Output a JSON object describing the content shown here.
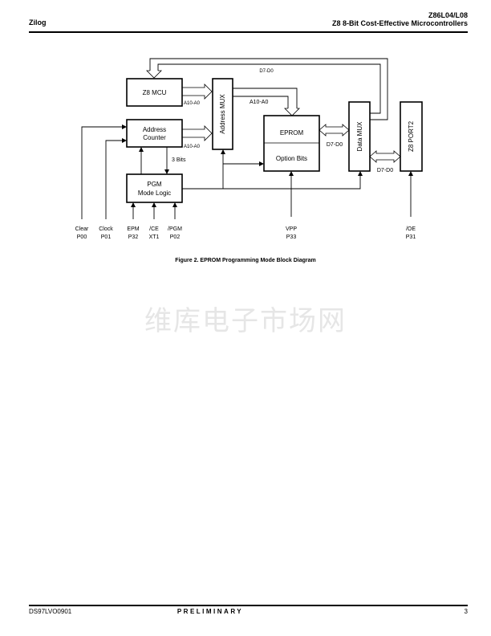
{
  "header": {
    "company": "Zilog",
    "part_number": "Z86L04/L08",
    "product_title": "Z8 8-Bit Cost-Effective Microcontrollers"
  },
  "diagram": {
    "blocks": {
      "z8_mcu": "Z8 MCU",
      "address_counter_line1": "Address",
      "address_counter_line2": "Counter",
      "pgm_line1": "PGM",
      "pgm_line2": "Mode Logic",
      "address_mux": "Address MUX",
      "eprom": "EPROM",
      "option_bits": "Option Bits",
      "data_mux": "Data MUX",
      "z8_port2": "Z8 PORT2"
    },
    "signals": {
      "mcu_addr": "A10-A0",
      "counter_addr": "A10-A0",
      "mux_to_eprom": "A10-A0",
      "feedback_data": "D7-D0",
      "eprom_data": "D7-D0",
      "port_data": "D7-D0",
      "three_bits": "3 Bits"
    },
    "pins": [
      {
        "name": "Clear",
        "port": "P00"
      },
      {
        "name": "Clock",
        "port": "P01"
      },
      {
        "name": "EPM",
        "port": "P32"
      },
      {
        "name": "/CE",
        "port": "XT1"
      },
      {
        "name": "/PGM",
        "port": "P02"
      },
      {
        "name": "VPP",
        "port": "P33"
      },
      {
        "name": "/OE",
        "port": "P31"
      }
    ]
  },
  "caption": "Figure 2.  EPROM Programming Mode Block Diagram",
  "watermark": "维库电子市场网",
  "footer": {
    "doc_id": "DS97LVO0901",
    "status": "PRELIMINARY",
    "page": "3"
  }
}
